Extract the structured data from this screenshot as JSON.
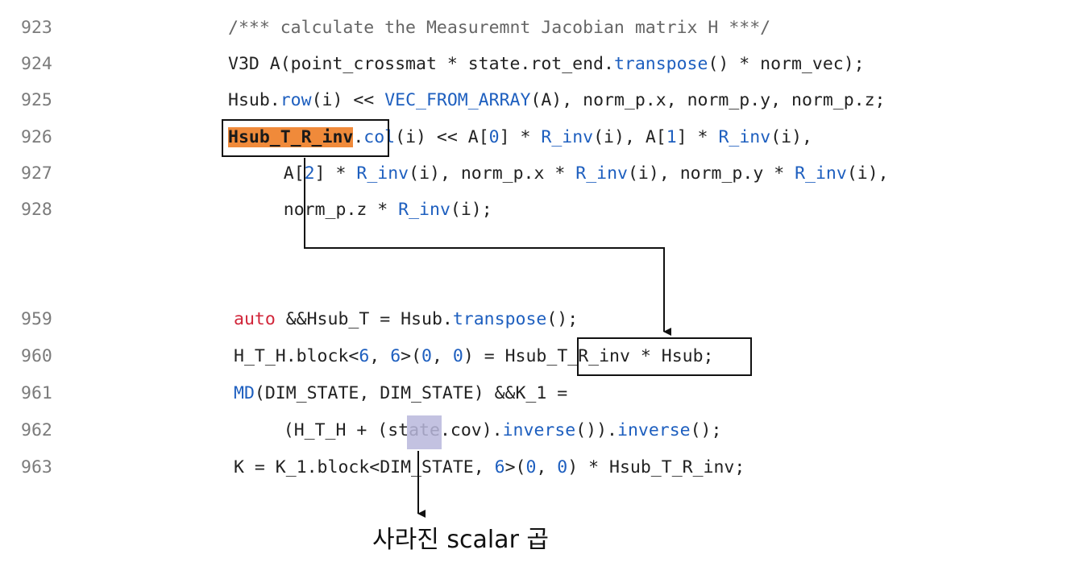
{
  "lines": [
    {
      "num": "923",
      "parts": [
        [
          "cm",
          "/*** calculate the Measuremnt Jacobian matrix H ***/"
        ]
      ]
    },
    {
      "num": "924",
      "parts": [
        [
          "t",
          "V3D A(point_crossmat * state.rot_end."
        ],
        [
          "fn",
          "transpose"
        ],
        [
          "t",
          "() * norm_vec);"
        ]
      ]
    },
    {
      "num": "925",
      "parts": [
        [
          "t",
          "Hsub."
        ],
        [
          "fn",
          "row"
        ],
        [
          "t",
          "(i) << "
        ],
        [
          "fn",
          "VEC_FROM_ARRAY"
        ],
        [
          "t",
          "(A), norm_p.x, norm_p.y, norm_p.z;"
        ]
      ]
    },
    {
      "num": "926",
      "parts": [
        [
          "hl",
          "Hsub_T_R_inv"
        ],
        [
          "t",
          "."
        ],
        [
          "fn",
          "col"
        ],
        [
          "t",
          "(i) << A["
        ],
        [
          "num",
          "0"
        ],
        [
          "t",
          "] * "
        ],
        [
          "fn",
          "R_inv"
        ],
        [
          "t",
          "(i), A["
        ],
        [
          "num",
          "1"
        ],
        [
          "t",
          "] * "
        ],
        [
          "fn",
          "R_inv"
        ],
        [
          "t",
          "(i),"
        ]
      ]
    },
    {
      "num": "927",
      "parts": [
        [
          "t",
          "    A["
        ],
        [
          "num",
          "2"
        ],
        [
          "t",
          "] * "
        ],
        [
          "fn",
          "R_inv"
        ],
        [
          "t",
          "(i), norm_p.x * "
        ],
        [
          "fn",
          "R_inv"
        ],
        [
          "t",
          "(i), norm_p.y * "
        ],
        [
          "fn",
          "R_inv"
        ],
        [
          "t",
          "(i),"
        ]
      ]
    },
    {
      "num": "928",
      "parts": [
        [
          "t",
          "    norm_p.z * "
        ],
        [
          "fn",
          "R_inv"
        ],
        [
          "t",
          "(i);"
        ]
      ]
    },
    {
      "num": "959",
      "parts": [
        [
          "kw",
          "auto"
        ],
        [
          "t",
          " &&Hsub_T = Hsub."
        ],
        [
          "fn",
          "transpose"
        ],
        [
          "t",
          "();"
        ]
      ]
    },
    {
      "num": "960",
      "parts": [
        [
          "t",
          "H_T_H.block<"
        ],
        [
          "num",
          "6"
        ],
        [
          "t",
          ", "
        ],
        [
          "num",
          "6"
        ],
        [
          "t",
          ">("
        ],
        [
          "num",
          "0"
        ],
        [
          "t",
          ", "
        ],
        [
          "num",
          "0"
        ],
        [
          "t",
          ") = Hsub_T_R_inv * Hsub;"
        ]
      ]
    },
    {
      "num": "961",
      "parts": [
        [
          "fn",
          "MD"
        ],
        [
          "t",
          "(DIM_STATE, DIM_STATE) &&K_1 ="
        ]
      ]
    },
    {
      "num": "962",
      "parts": [
        [
          "t",
          "    (H_T_H + (state.cov)."
        ],
        [
          "fn",
          "inverse"
        ],
        [
          "t",
          "())."
        ],
        [
          "fn",
          "inverse"
        ],
        [
          "t",
          "();"
        ]
      ]
    },
    {
      "num": "963",
      "parts": [
        [
          "t",
          "K = K_1.block<DIM_STATE, "
        ],
        [
          "num",
          "6"
        ],
        [
          "t",
          ">("
        ],
        [
          "num",
          "0"
        ],
        [
          "t",
          ", "
        ],
        [
          "num",
          "0"
        ],
        [
          "t",
          ") * Hsub_T_R_inv;"
        ]
      ]
    }
  ],
  "caption": "사라진 scalar 곱",
  "colors": {
    "highlight": "#f08a3a",
    "function": "#1e5fbf",
    "keyword": "#d1263a",
    "marker": "#b9b7dc"
  }
}
